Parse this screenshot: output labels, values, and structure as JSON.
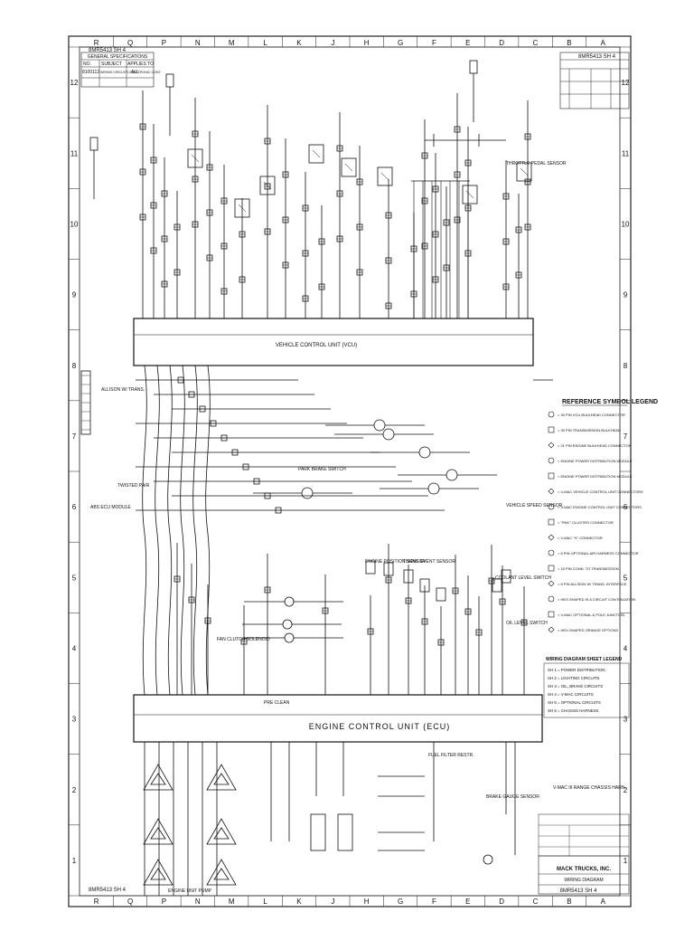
{
  "drawing": {
    "number": "8MR5413 SH 4",
    "company": "MACK TRUCKS, INC.",
    "title": "WIRING DIAGRAM",
    "chassis_note": "V-MAC III RANGE CHASSIS HARN."
  },
  "grid": {
    "columns": [
      "R",
      "Q",
      "P",
      "N",
      "M",
      "L",
      "K",
      "J",
      "H",
      "G",
      "F",
      "E",
      "D",
      "C",
      "B",
      "A"
    ],
    "rows": [
      "12",
      "11",
      "10",
      "9",
      "8",
      "7",
      "6",
      "5",
      "4",
      "3",
      "2",
      "1"
    ]
  },
  "spec_table": {
    "title": "GENERAL SPECIFICATIONS",
    "headers": [
      "NO.",
      "SUBJECT",
      "APPLIES TO"
    ],
    "rows": [
      [
        "8100112",
        "WIRING CIRCUITS ELECTRONIC CONT.",
        "ALL"
      ]
    ]
  },
  "modules": {
    "vcu": "VEHICLE CONTROL UNIT (VCU)",
    "ecu": "ENGINE CONTROL UNIT (ECU)"
  },
  "legend": {
    "title": "REFERENCE SYMBOL LEGEND",
    "items": [
      "= 30 PIN VCU BULKHEAD CONNECTOR",
      "= 30 PIN TRANSMISSION BULKHEAD",
      "= 21 PIN ENGINE BULKHEAD CONNECTOR",
      "= ENGINE POWER DISTRIBUTION MODULE",
      "= ENGINE POWER DISTRIBUTION MODULE",
      "= V-MAC VEHICLE CONTROL UNIT CONNECTORS",
      "= V-MAC ENGINE CONTROL UNIT CONNECTORS",
      "= \"PMC\" CLUSTER CONNECTOR",
      "= V-MAC \"H\" CONNECTOR",
      "= 6 PIN OPTIONAL AIR HARNESS CONNECTOR",
      "= 15 PIN CONN. TO TRANSMISSION",
      "= 8 PIN ALLISON W/ TRANS. INTERFACE",
      "= HEX-SHAPED IS A CIRCUIT CONTINUATION",
      "= V-MAC OPTIONAL & POLE JUNCTION",
      "= HEX-SHAPED ORANGE OPTIONS"
    ]
  },
  "wiring_legend": {
    "title": "WIRING DIAGRAM SHEET LEGEND",
    "items": [
      "SH 1 = POWER DISTRIBUTION",
      "SH 2 = LIGHTING CIRCUITS",
      "SH 3 = OIL, BRAKE CIRCUITS",
      "SH 4 = V-MAC CIRCUITS",
      "SH 5 = OPTIONAL CIRCUITS",
      "SH 6 = CHASSIS HARNESS"
    ]
  },
  "labels": {
    "allison_a": "ALLISON W/ TRANS.",
    "twisted_pair": "TWISTED PAIR",
    "abs": "ABS ECU MODULE",
    "fan_clutch": "FAN CLUTCH SOLENOID",
    "park_brake": "PARK BRAKE SWITCH",
    "oil_level": "OIL LEVEL SWITCH",
    "coolant_level": "COOLANT LEVEL SWITCH",
    "pre_clean": "PRE CLEAN",
    "throttle": "THROTTLE PEDAL SENSOR",
    "vehicle_speed": "VEHICLE SPEED SENSOR",
    "engine_position": "ENGINE POSITION SENSOR",
    "timing_event": "TIMING EVENT SENSOR",
    "fuel_filter": "FUEL FILTER RESTR.",
    "brake_gauge": "BRAKE GAUGE SENSOR",
    "ecu_harness_label": "ENGINE UNIT PUMP"
  }
}
